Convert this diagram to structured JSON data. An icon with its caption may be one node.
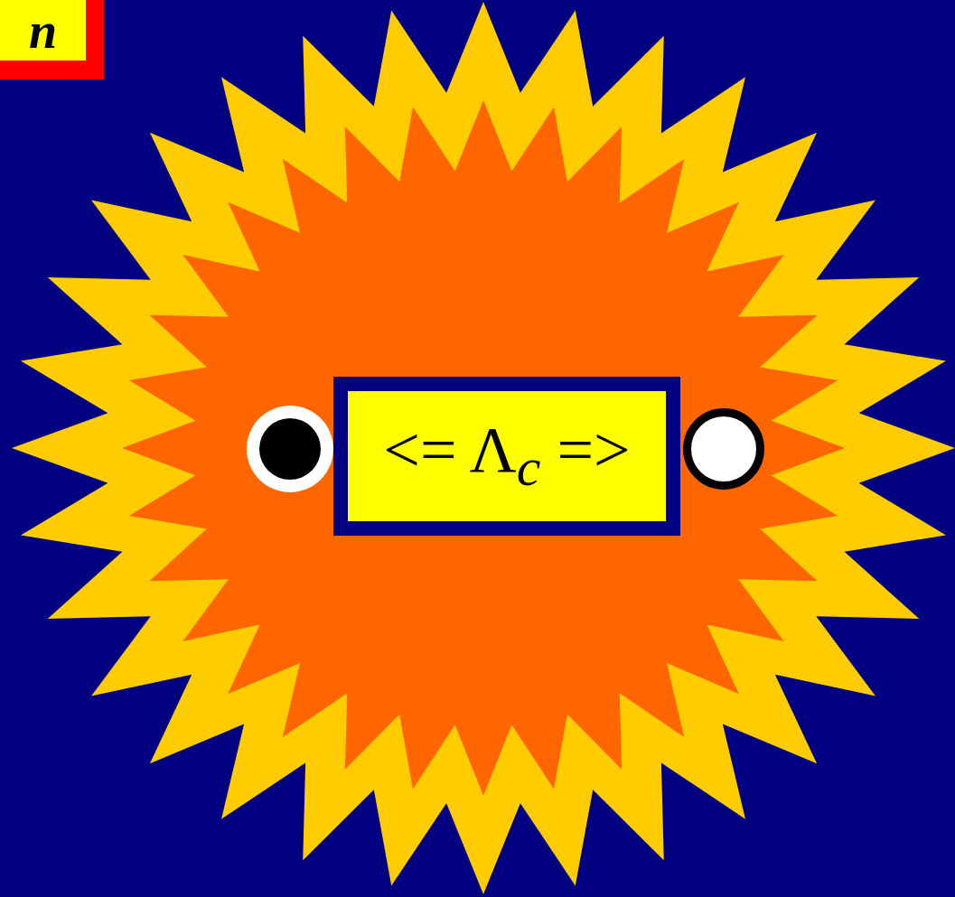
{
  "diagram": {
    "nodes": [
      {
        "text": [],
        "shape": "burst"
      },
      {
        "text": [
          "n"
        ]
      },
      {
        "text": [
          "<= Λ$_{c}$ =>"
        ],
        "in": 0
      },
      {
        "text": [],
        "shape": "circle",
        "in": 0
      },
      {
        "text": [],
        "shape": "ring",
        "in": 0
      }
    ]
  }
}
